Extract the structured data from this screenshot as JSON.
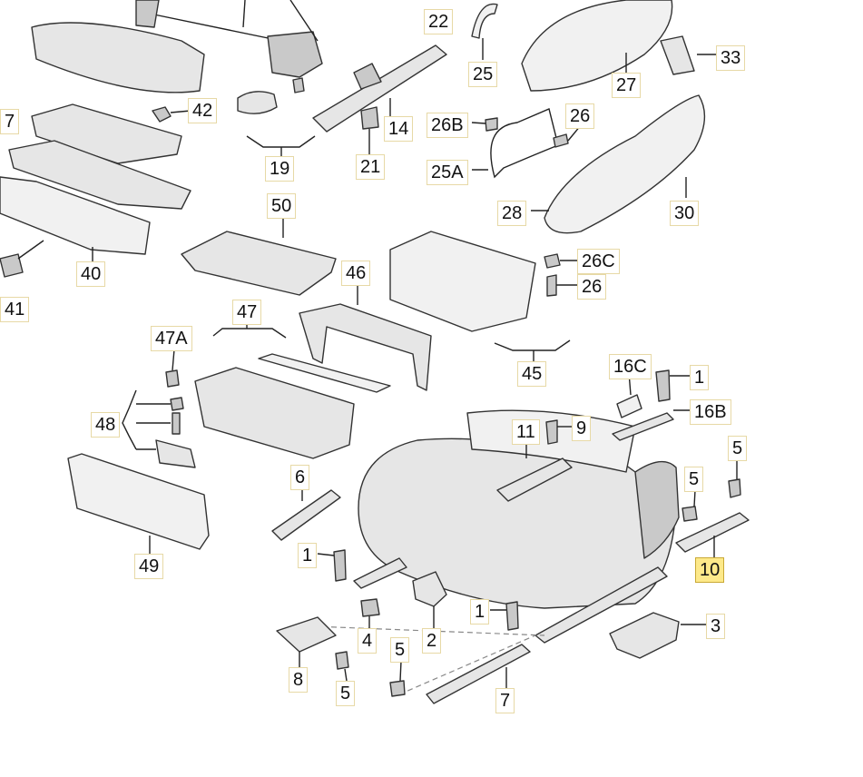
{
  "callouts": {
    "c22": "22",
    "c25": "25",
    "c27": "27",
    "c33": "33",
    "c42": "42",
    "c14": "14",
    "c26a": "26",
    "c26b": "26B",
    "c19": "19",
    "c21": "21",
    "c25a": "25A",
    "c28": "28",
    "c30": "30",
    "c50": "50",
    "c40": "40",
    "c41": "41",
    "c26c": "26C",
    "c26d": "26",
    "c46": "46",
    "c47": "47",
    "c47a": "47A",
    "c45": "45",
    "c16c": "16C",
    "c1a": "1",
    "c16b": "16B",
    "c48": "48",
    "c11": "11",
    "c9": "9",
    "c5a": "5",
    "c5b": "5",
    "c6": "6",
    "c49": "49",
    "c1b": "1",
    "c10": "10",
    "c4": "4",
    "c2": "2",
    "c1c": "1",
    "c3": "3",
    "c5c": "5",
    "c8": "8",
    "c5d": "5",
    "c7": "7",
    "c7l": "7"
  },
  "highlight": {
    "callout": "10",
    "color": "#fde98a"
  }
}
